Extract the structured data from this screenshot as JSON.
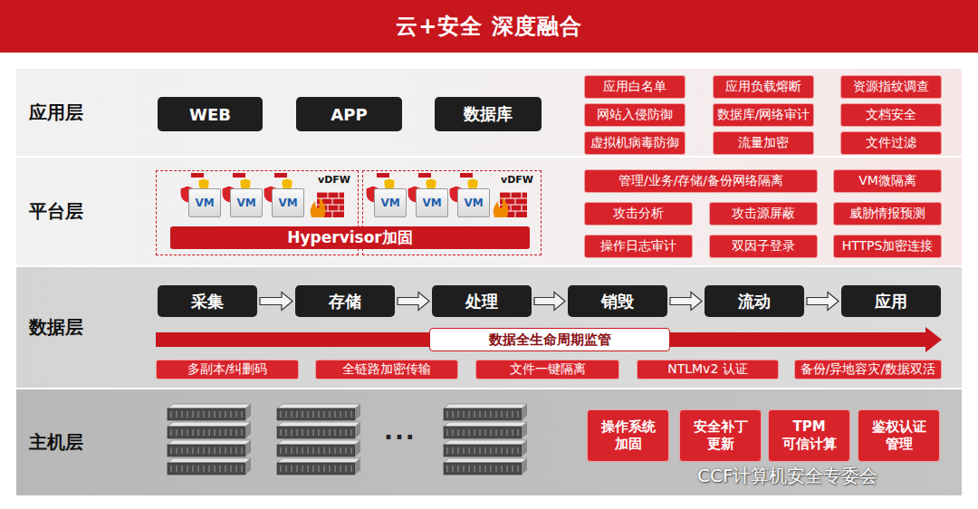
{
  "diagram": {
    "title": "云+安全 深度融合",
    "nodes": [
      {
        "text": [
          "应用层"
        ]
      },
      {
        "text": [
          "WEB"
        ],
        "in": 0
      },
      {
        "text": [
          "APP"
        ],
        "in": 0
      },
      {
        "text": [
          "数据库"
        ],
        "in": 0
      },
      {
        "text": [
          "应用白名单"
        ],
        "in": 0
      },
      {
        "text": [
          "应用负载熔断"
        ],
        "in": 0
      },
      {
        "text": [
          "资源指纹调查"
        ],
        "in": 0
      },
      {
        "text": [
          "网站入侵防御"
        ],
        "in": 0
      },
      {
        "text": [
          "数据库/网络审计"
        ],
        "in": 0
      },
      {
        "text": [
          "文档安全"
        ],
        "in": 0
      },
      {
        "text": [
          "虚拟机病毒防御"
        ],
        "in": 0
      },
      {
        "text": [
          "流量加密"
        ],
        "in": 0
      },
      {
        "text": [
          "文件过滤"
        ],
        "in": 0
      },
      {
        "text": [
          "平台层"
        ]
      },
      {
        "text": [
          "vDFW"
        ],
        "in": 13
      },
      {
        "text": [
          "VM"
        ],
        "in": 14
      },
      {
        "text": [
          "VM"
        ],
        "in": 14
      },
      {
        "text": [
          "VM"
        ],
        "in": 14
      },
      {
        "text": [
          "vDFW"
        ],
        "in": 13
      },
      {
        "text": [
          "VM"
        ],
        "in": 18
      },
      {
        "text": [
          "VM"
        ],
        "in": 18
      },
      {
        "text": [
          "VM"
        ],
        "in": 18
      },
      {
        "text": [
          "Hypervisor加固"
        ],
        "in": 13
      },
      {
        "text": [
          "管理/业务/存储/备份网络隔离"
        ],
        "in": 13
      },
      {
        "text": [
          "VM微隔离"
        ],
        "in": 13
      },
      {
        "text": [
          "攻击分析"
        ],
        "in": 13
      },
      {
        "text": [
          "攻击源屏蔽"
        ],
        "in": 13
      },
      {
        "text": [
          "威胁情报预测"
        ],
        "in": 13
      },
      {
        "text": [
          "操作日志审计"
        ],
        "in": 13
      },
      {
        "text": [
          "双因子登录"
        ],
        "in": 13
      },
      {
        "text": [
          "HTTPS加密连接"
        ],
        "in": 13
      },
      {
        "text": [
          "数据层"
        ]
      },
      {
        "text": [
          "采集"
        ],
        "in": 31
      },
      {
        "text": [
          "存储"
        ],
        "in": 31
      },
      {
        "text": [
          "处理"
        ],
        "in": 31
      },
      {
        "text": [
          "销毁"
        ],
        "in": 31
      },
      {
        "text": [
          "流动"
        ],
        "in": 31
      },
      {
        "text": [
          "应用"
        ],
        "in": 31
      },
      {
        "text": [
          "数据全生命周期监管"
        ],
        "in": 31
      },
      {
        "text": [
          "多副本/纠删码"
        ],
        "in": 31
      },
      {
        "text": [
          "全链路加密传输"
        ],
        "in": 31
      },
      {
        "text": [
          "文件一键隔离"
        ],
        "in": 31
      },
      {
        "text": [
          "NTLMv2 认证"
        ],
        "in": 31
      },
      {
        "text": [
          "备份/异地容灾/数据双活"
        ],
        "in": 31
      },
      {
        "text": [
          "主机层"
        ]
      },
      {
        "text": [
          "操作系统 加固"
        ],
        "in": 44
      },
      {
        "text": [
          "安全补丁 更新"
        ],
        "in": 44
      },
      {
        "text": [
          "TPM 可信计算"
        ],
        "in": 44
      },
      {
        "text": [
          "鉴权认证 管理"
        ],
        "in": 44
      }
    ],
    "edges": [
      {
        "from": 32,
        "to": 33,
        "arrow": "to"
      },
      {
        "from": 33,
        "to": 34,
        "arrow": "to"
      },
      {
        "from": 34,
        "to": 35,
        "arrow": "to"
      },
      {
        "from": 35,
        "to": 36,
        "arrow": "to"
      },
      {
        "from": 36,
        "to": 37,
        "arrow": "to"
      }
    ],
    "labels": [
      "···",
      "CCF计算机安全专委会"
    ]
  }
}
